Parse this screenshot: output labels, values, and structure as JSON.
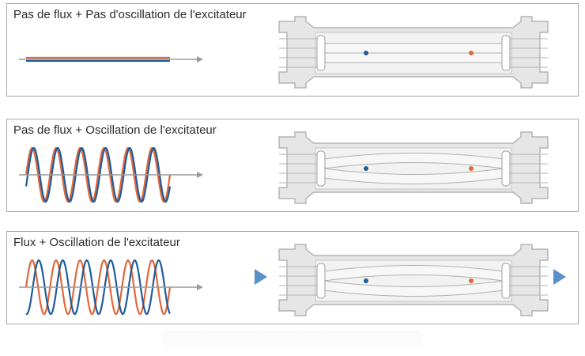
{
  "panels": [
    {
      "title": "Pas de flux + Pas d'oscillation de l'excitateur",
      "oscillation": 0,
      "phase_shift": 0,
      "tube_deflection": 0,
      "flow": false
    },
    {
      "title": "Pas de flux + Oscillation de l'excitateur",
      "oscillation": 1,
      "phase_shift": 0.07,
      "tube_deflection": 1,
      "flow": false
    },
    {
      "title": "Flux + Oscillation de l'excitateur",
      "oscillation": 1,
      "phase_shift": 0.28,
      "tube_deflection": 1,
      "flow": true
    }
  ],
  "colors": {
    "inlet_signal": "#1f5c99",
    "outlet_signal": "#e0683a",
    "axis": "#9a9a9a",
    "flow_arrow": "#5b8fc7",
    "housing": "#e6e6e6",
    "housing_stroke": "#a8a8a8",
    "tube_fill": "#f7f7f7"
  },
  "icons": {
    "axis_arrow": "arrow-right-icon",
    "flow_in": "triangle-right-icon",
    "flow_out": "triangle-right-icon"
  }
}
